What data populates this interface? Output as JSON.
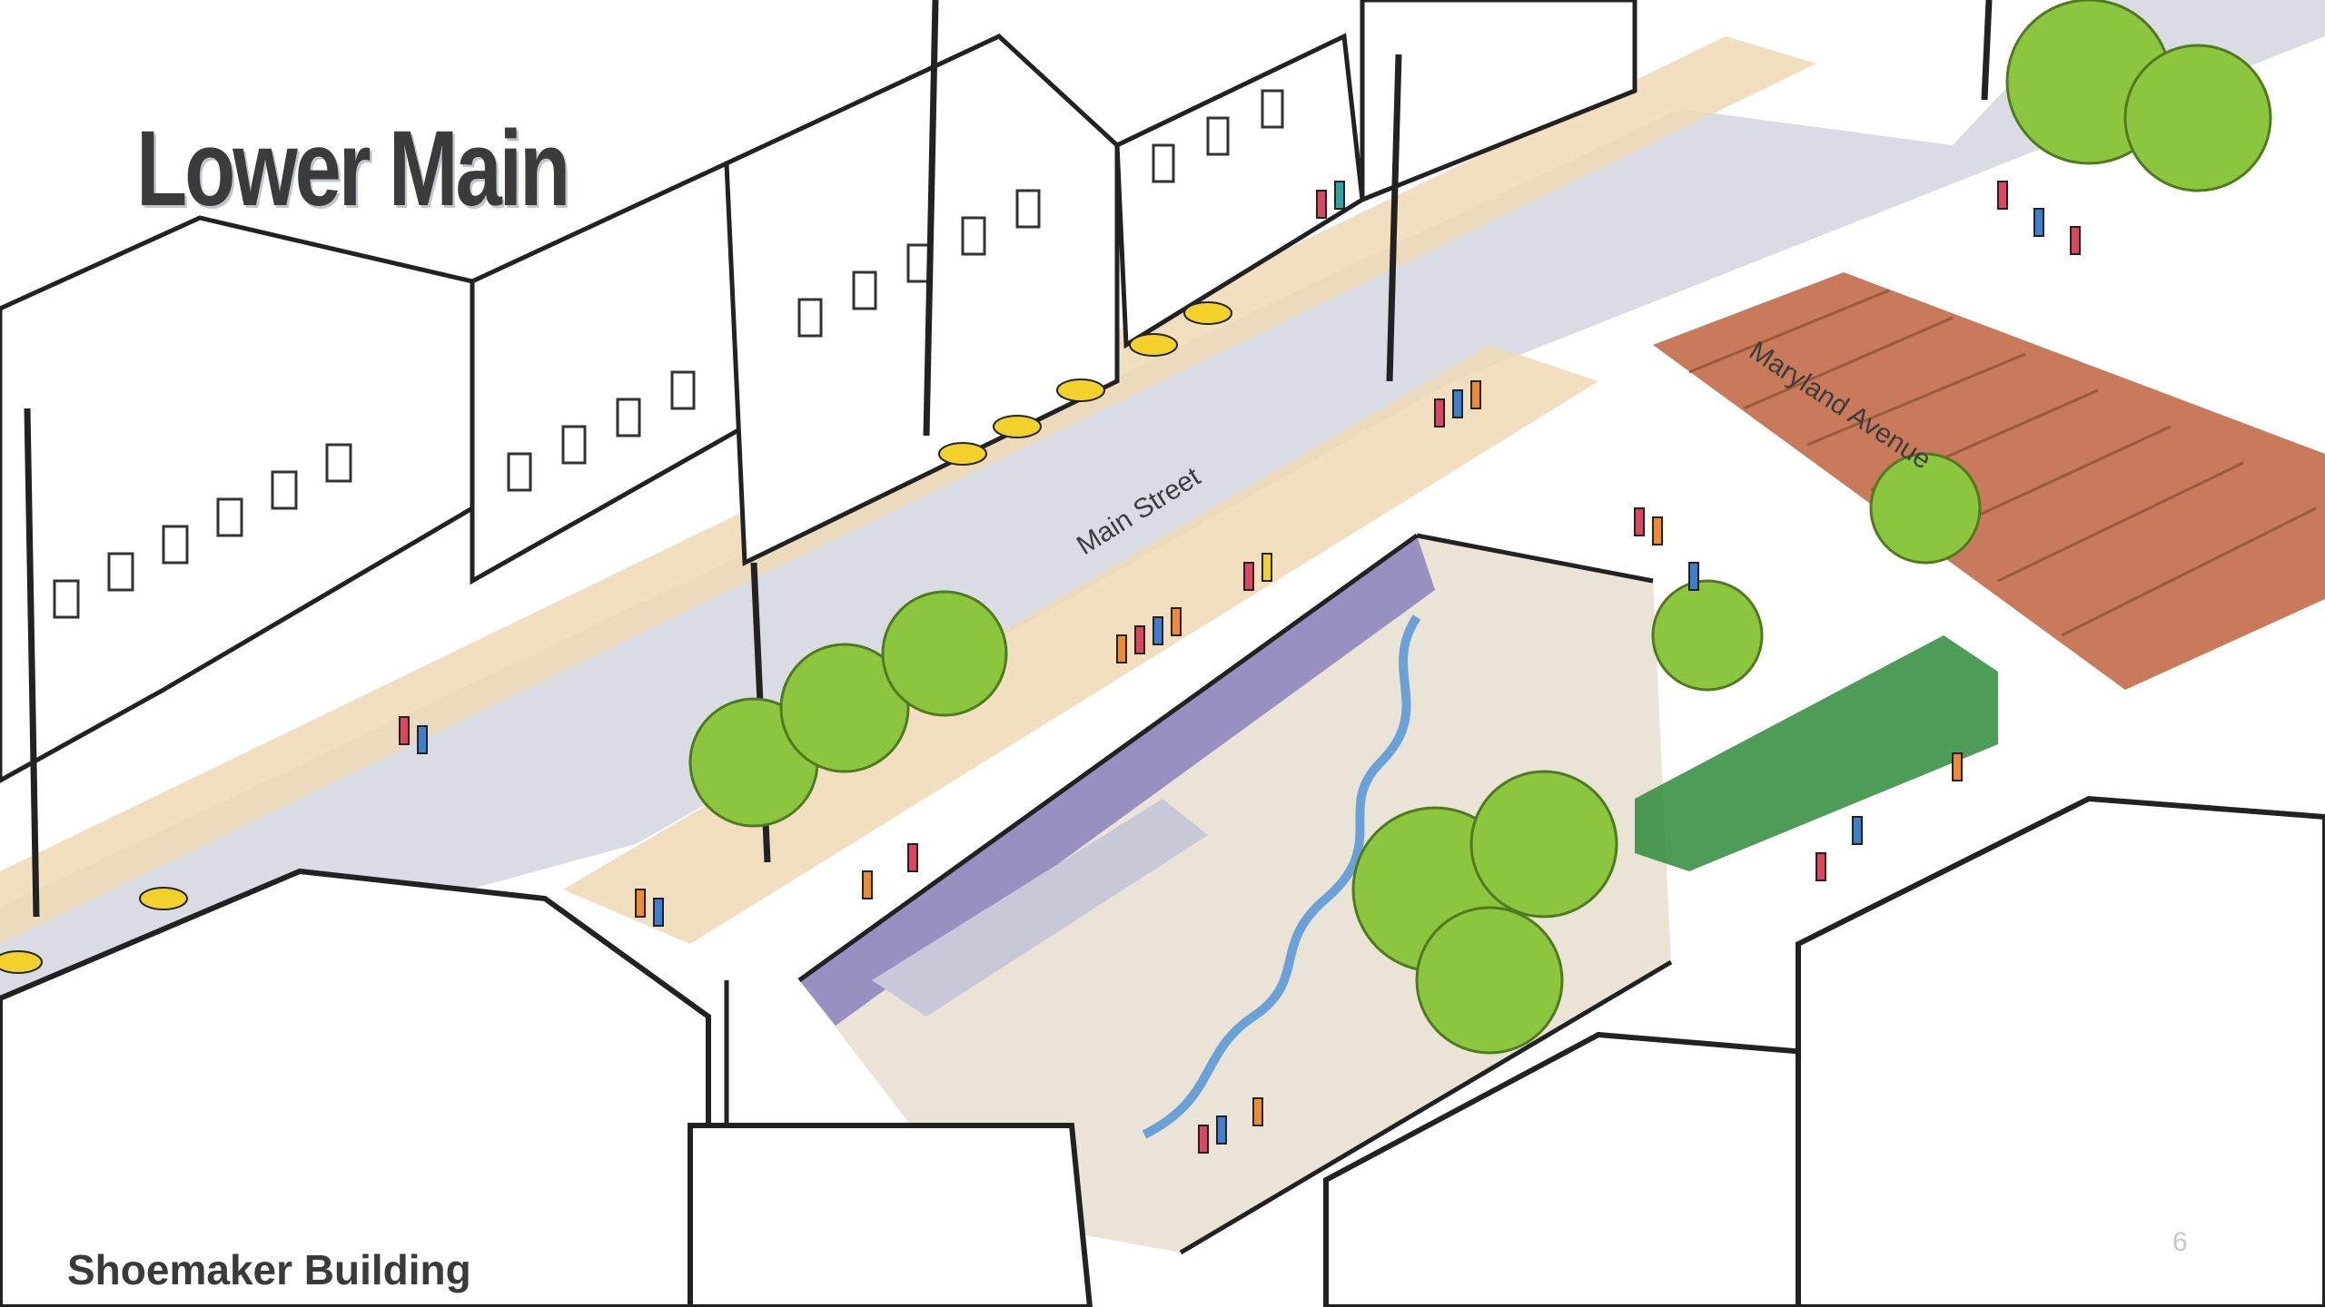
{
  "slide": {
    "title": "Lower Main",
    "caption": "Shoemaker Building",
    "page_number": "6"
  },
  "labels": {
    "main_street": "Main Street",
    "maryland_avenue": "Maryland Avenue"
  },
  "colors": {
    "title_text": "#3b3b3b",
    "sidewalk": "#efd9b5",
    "road": "#d9dde3",
    "plaza": "#eae4d6",
    "wall_shadow": "#6b63b5",
    "trees": "#8cc63f",
    "planter_green": "#2e8b3a",
    "maryland_paving": "#c87a5a",
    "creek": "#4a90d9",
    "ink": "#222222"
  }
}
